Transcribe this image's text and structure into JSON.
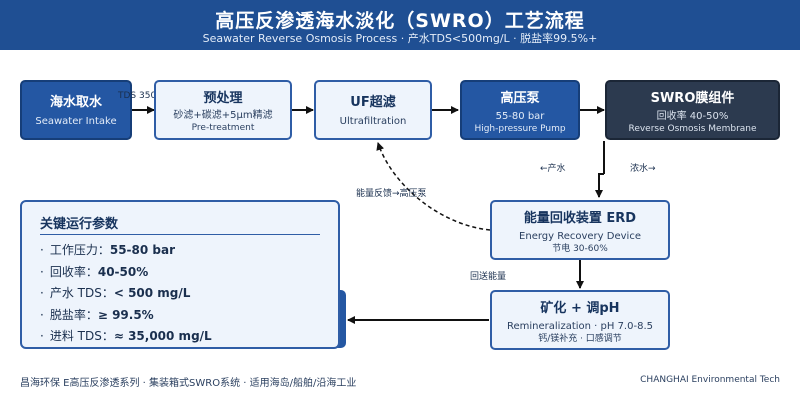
{
  "header": {
    "title": "高压反渗透海水淡化（SWRO）工艺流程",
    "subtitle": "Seawater Reverse Osmosis Process · 产水TDS<500mg/L · 脱盐率99.5%+"
  },
  "nodes": {
    "intake": {
      "title": "海水取水",
      "sub": "Seawater Intake"
    },
    "pretreat": {
      "title": "预处理",
      "sub1": "砂滤+碳滤+5μm精滤",
      "sub2": "Pre-treatment"
    },
    "uf": {
      "title": "UF超滤",
      "sub": "Ultrafiltration"
    },
    "pump": {
      "title": "高压泵",
      "sub1": "55-80 bar",
      "sub2": "High-pressure Pump"
    },
    "swro": {
      "title": "SWRO膜组件",
      "sub1": "回收率 40-50%",
      "sub2": "Reverse Osmosis Membrane"
    },
    "erd": {
      "title": "能量回收装置 ERD",
      "sub1": "Energy Recovery Device",
      "sub2": "节电 30-60%"
    },
    "remin": {
      "title": "矿化 + 调pH",
      "sub1": "Remineralization · pH 7.0-8.5",
      "sub2": "钙/镁补充 · 口感调节"
    }
  },
  "edges": {
    "tds_label": "TDS 350",
    "product_label": "←产水",
    "brine_label": "浓水→",
    "feedback_label": "能量反馈→高压泵",
    "return_label": "回送能量"
  },
  "params": {
    "title": "关键运行参数",
    "items": [
      {
        "label": "工作压力：",
        "value": "55-80 bar"
      },
      {
        "label": "回收率：",
        "value": "40-50%"
      },
      {
        "label": "产水 TDS：",
        "value": "< 500 mg/L"
      },
      {
        "label": "脱盐率：",
        "value": "≥ 99.5%"
      },
      {
        "label": "进料 TDS：",
        "value": "≈ 35,000 mg/L"
      }
    ]
  },
  "footer": {
    "left": "昌海环保 E高压反渗透系列 · 集装箱式SWRO系统 · 适用海岛/船舶/沿海工业",
    "right": "CHANGHAI Environmental Tech"
  },
  "colors": {
    "header": "#1f4f93",
    "dark_node": "#2457a3",
    "light_node": "#eef4fc",
    "membrane_node": "#2c3a4f",
    "border": "#2f5da6"
  }
}
